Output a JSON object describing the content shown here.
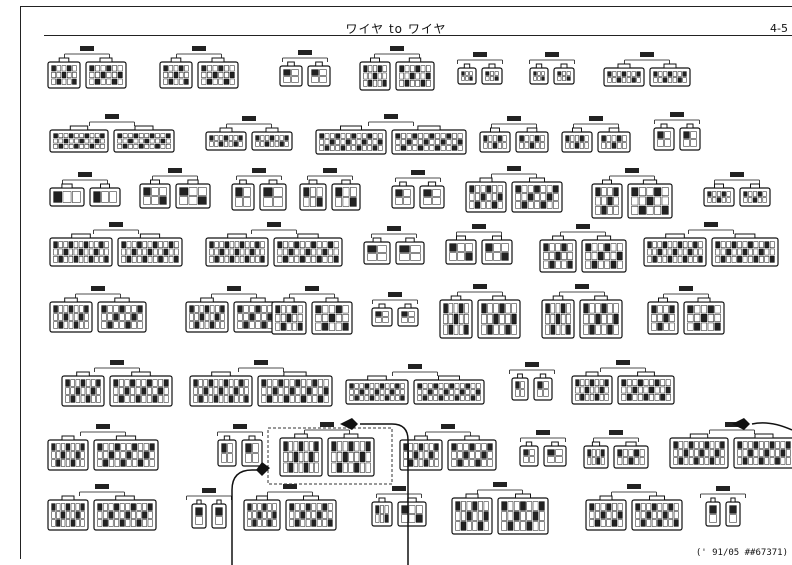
{
  "header": {
    "title": "ワイヤ to ワイヤ",
    "page_number": "4-5"
  },
  "footer": {
    "code": "(' 91/05 ##67371)"
  }
}
